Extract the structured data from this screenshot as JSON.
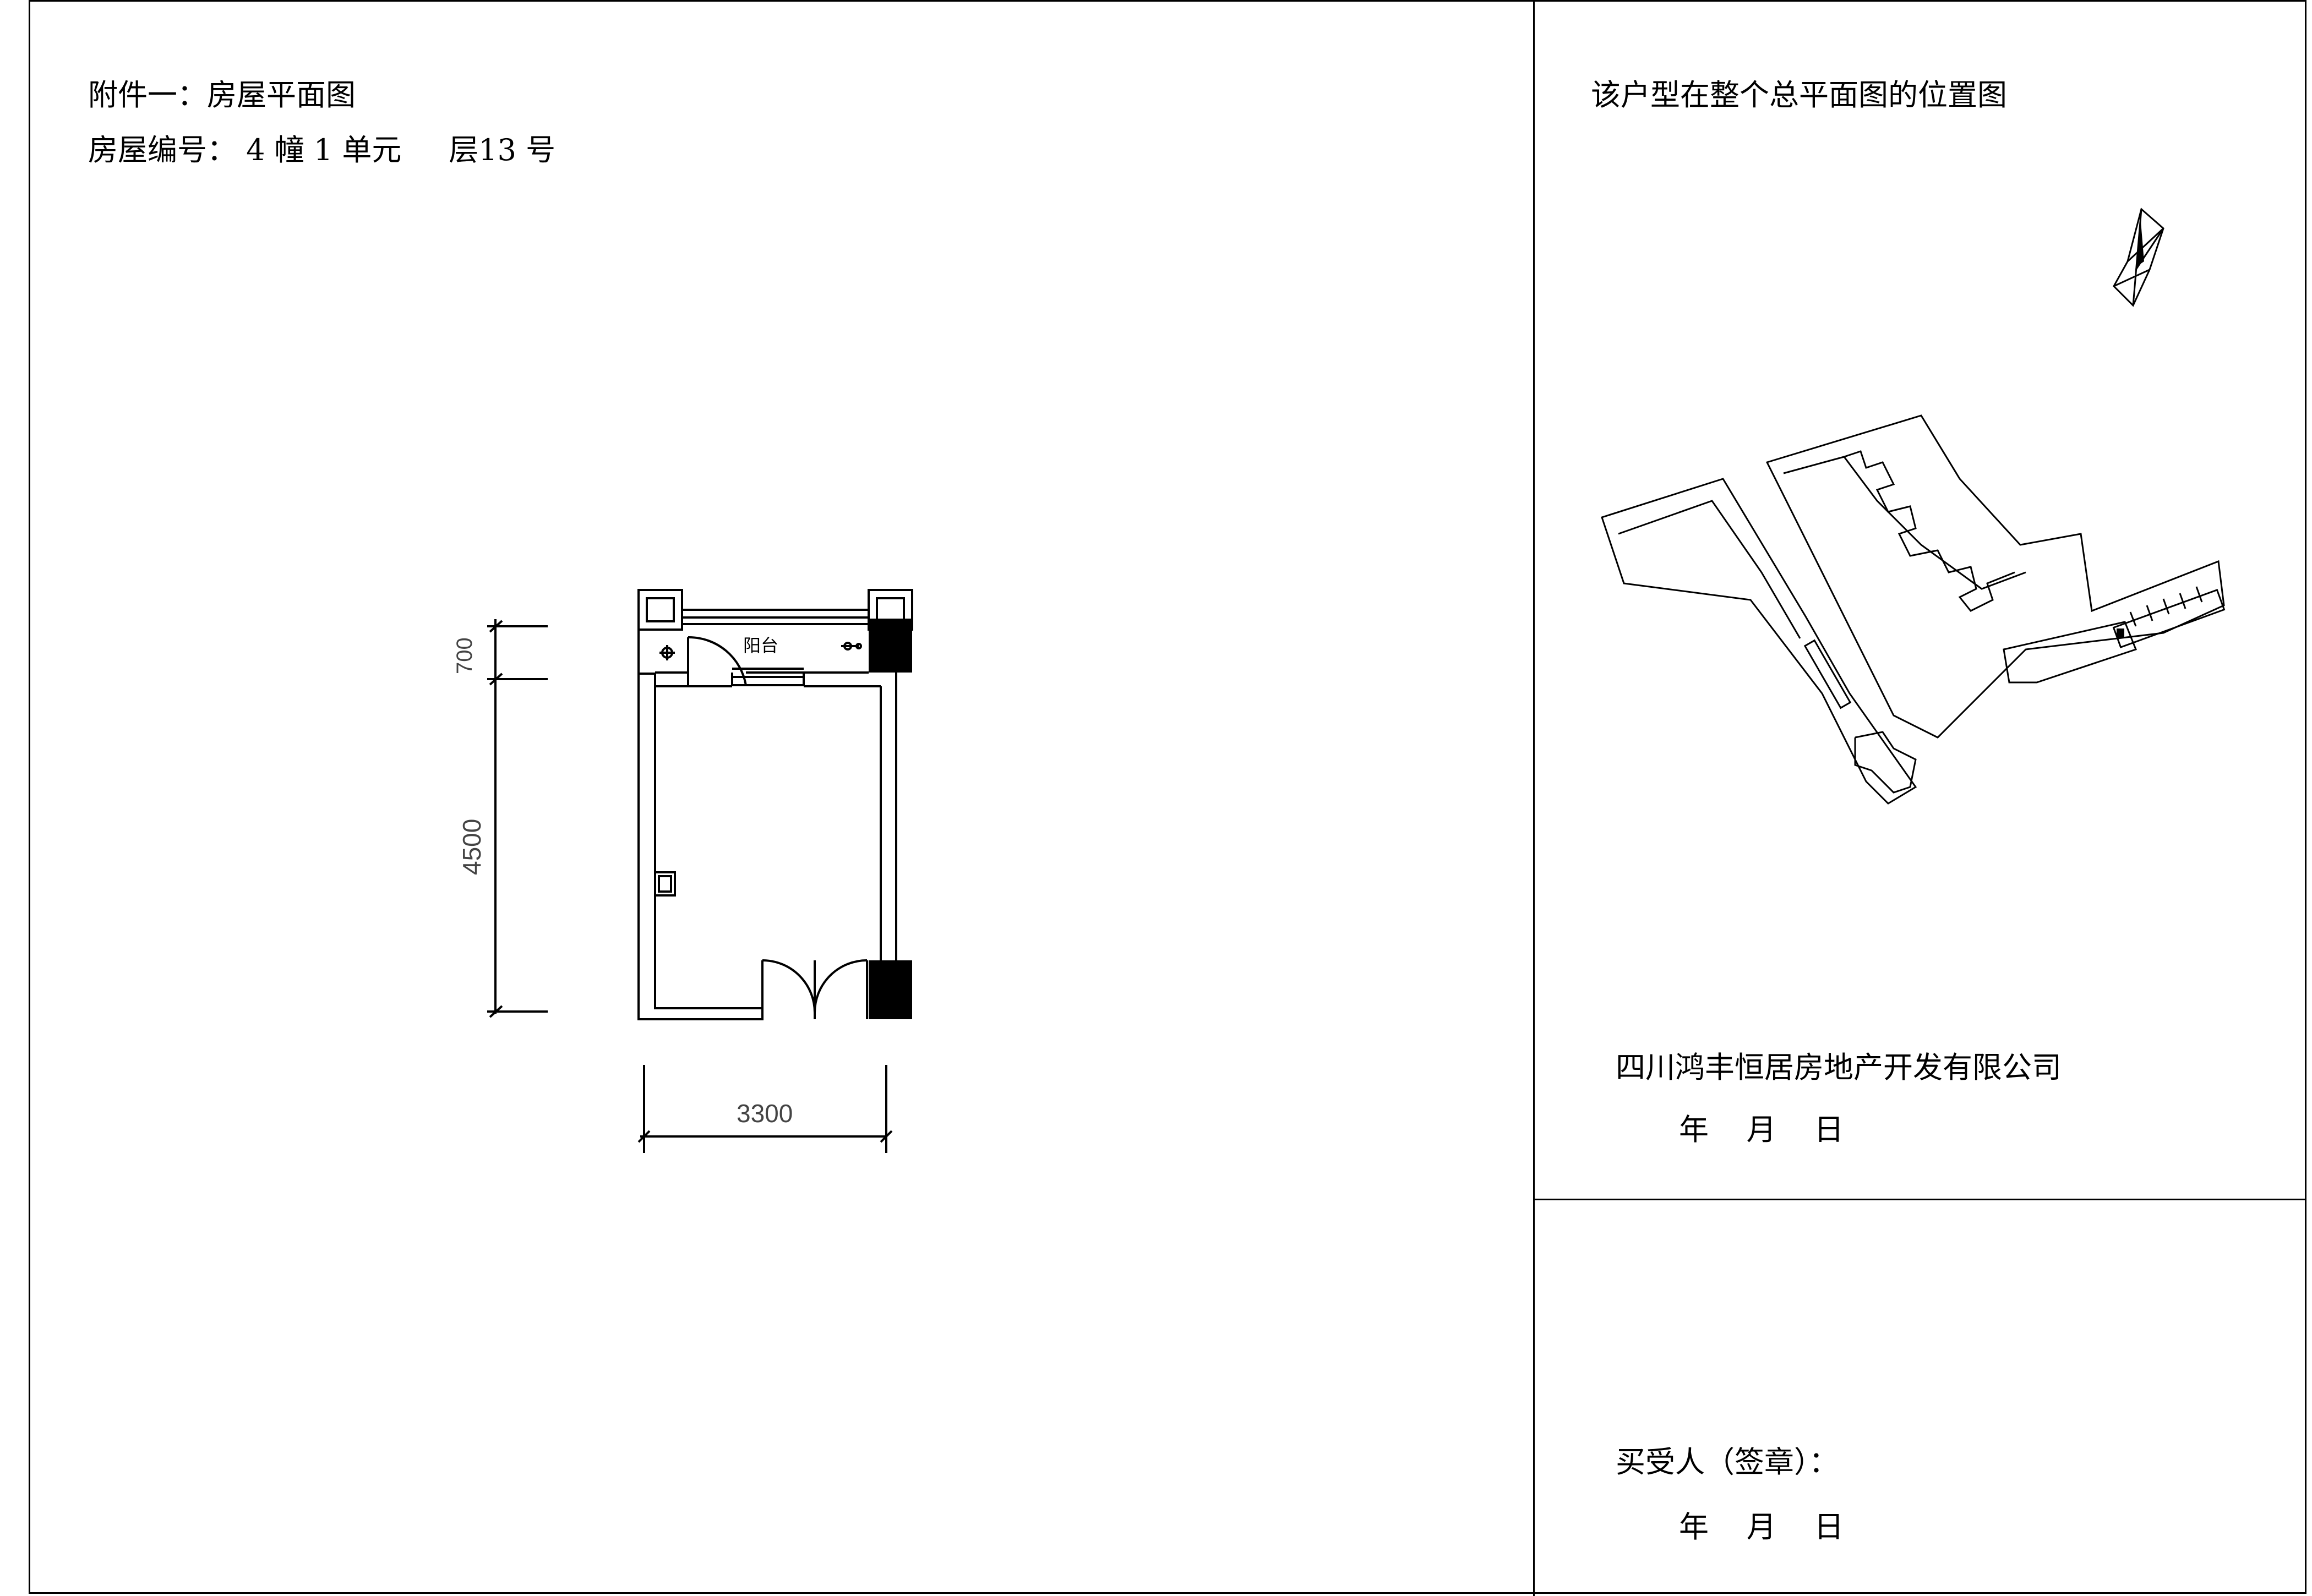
{
  "header": {
    "attachment_title": "附件一：房屋平面图",
    "house_no_label": "房屋编号：",
    "building": "4",
    "building_unit": "幢",
    "unit": "1",
    "unit_label": "单元",
    "floor_label": "层",
    "room": "13",
    "room_label": "号"
  },
  "floorplan": {
    "balcony_label": "阳台",
    "dim_width": "3300",
    "dim_balcony_depth": "700",
    "dim_room_depth": "4500"
  },
  "site_plan": {
    "title": "该户型在整个总平面图的位置图"
  },
  "developer": {
    "company": "四川鸿丰恒居房地产开发有限公司",
    "date_line": "年    月    日"
  },
  "buyer": {
    "signature_label": "买受人（签章）：",
    "date_line": "年    月    日"
  }
}
